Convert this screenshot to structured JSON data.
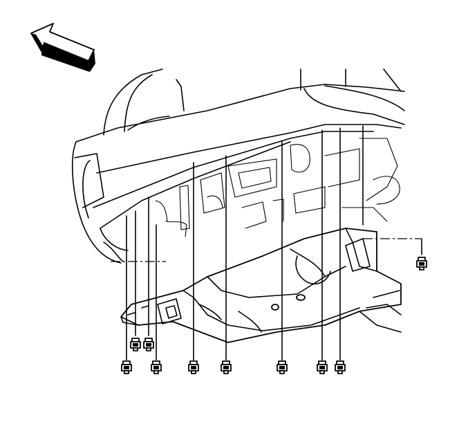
{
  "diagram": {
    "view_direction_indicator": "arrow-front",
    "fastener_count_lower": 9,
    "fastener_count_side": 1
  }
}
